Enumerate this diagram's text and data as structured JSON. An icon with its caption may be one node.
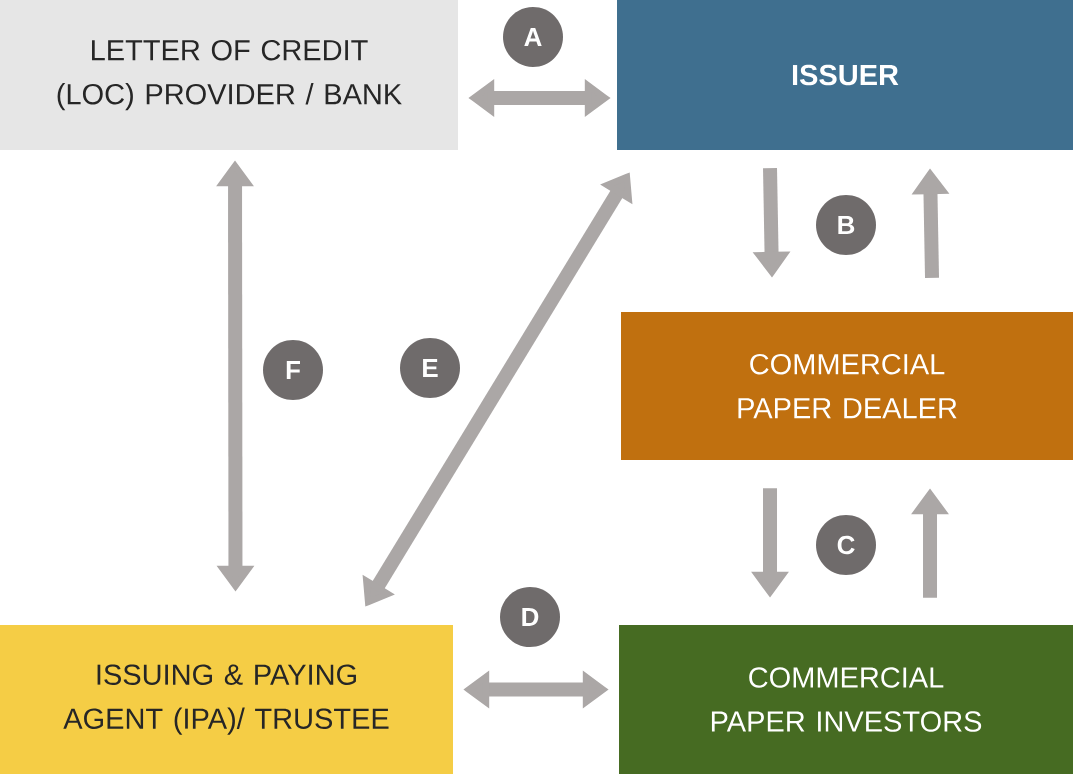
{
  "diagram": {
    "nodes": [
      {
        "text": [
          "LETTER OF CREDIT (LOC) PROVIDER / BANK"
        ]
      },
      {
        "text": [
          "ISSUER"
        ]
      },
      {
        "text": [
          "COMMERCIAL PAPER DEALER"
        ]
      },
      {
        "text": [
          "ISSUING & PAYING AGENT (IPA)/ TRUSTEE"
        ]
      },
      {
        "text": [
          "COMMERCIAL PAPER INVESTORS"
        ]
      }
    ],
    "edges": [
      {
        "from": 0,
        "to": 1,
        "arrow": "both",
        "label": "A"
      },
      {
        "from": 1,
        "to": 2,
        "arrow": "to",
        "label": "B"
      },
      {
        "from": 2,
        "to": 1,
        "arrow": "to"
      },
      {
        "from": 2,
        "to": 4,
        "arrow": "to",
        "label": "C"
      },
      {
        "from": 4,
        "to": 2,
        "arrow": "to"
      },
      {
        "from": 3,
        "to": 4,
        "arrow": "both",
        "label": "D"
      },
      {
        "from": 1,
        "to": 3,
        "arrow": "both",
        "label": "E"
      },
      {
        "from": 0,
        "to": 3,
        "arrow": "both",
        "label": "F"
      }
    ]
  }
}
